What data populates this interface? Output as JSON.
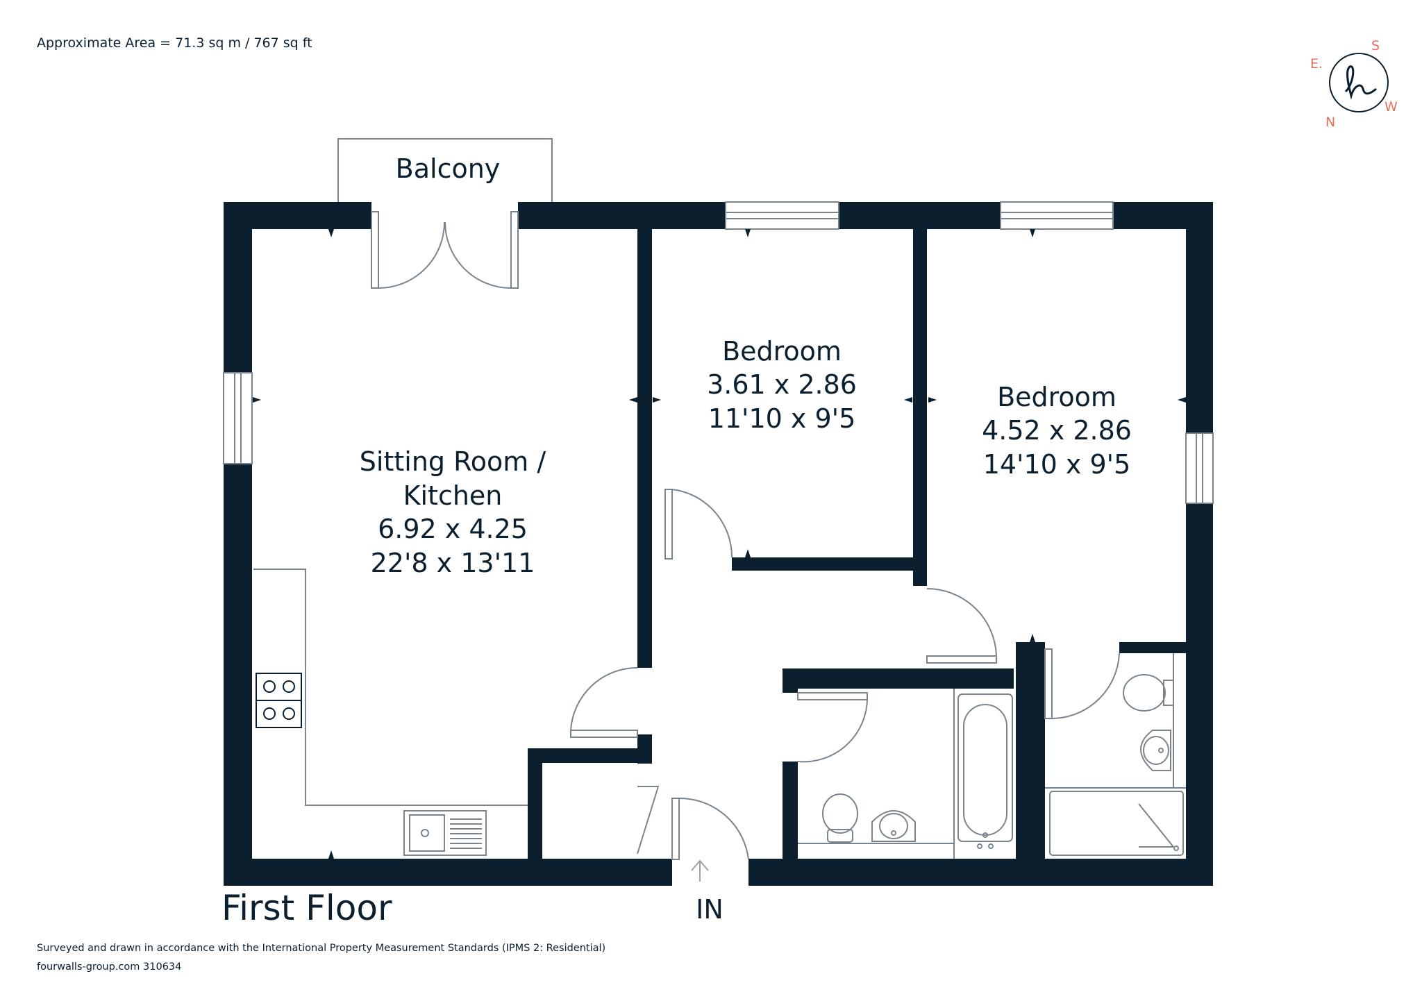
{
  "header": {
    "area_text": "Approximate Area = 71.3 sq m / 767 sq ft"
  },
  "compass": {
    "north": "N",
    "south": "S",
    "east": "E.",
    "west": "W",
    "accent_color": "#e8705f",
    "logo": "handwritten-h-logo"
  },
  "rooms": {
    "balcony": {
      "name": "Balcony"
    },
    "sitting_room": {
      "name_line1": "Sitting Room /",
      "name_line2": "Kitchen",
      "metric": "6.92 x 4.25",
      "imperial": "22'8 x 13'11"
    },
    "bedroom_1": {
      "name": "Bedroom",
      "metric": "3.61 x 2.86",
      "imperial": "11'10 x 9'5"
    },
    "bedroom_2": {
      "name": "Bedroom",
      "metric": "4.52 x 2.86",
      "imperial": "14'10 x 9'5"
    }
  },
  "floor_label": "First Floor",
  "entrance_label": "IN",
  "footer": {
    "line1": "Surveyed and drawn in accordance with the International Property Measurement Standards (IPMS 2: Residential)",
    "line2": "fourwalls-group.com 310634"
  },
  "colors": {
    "wall": "#0b1f2e",
    "fixture_line": "#7a848c"
  }
}
